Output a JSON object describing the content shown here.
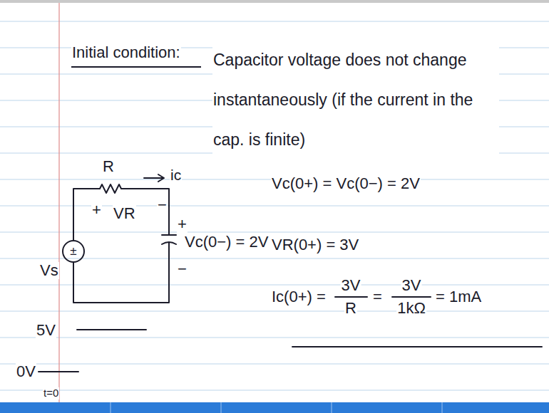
{
  "diagram": {
    "title": "Initial condition:",
    "labels": [
      "Capacitor voltage does not change instantaneously (if the current in the cap. is finite)",
      "R",
      "ic",
      "+",
      "VR",
      "−",
      "±",
      "Vs",
      "+",
      "Vc(0−) = 2V",
      "−",
      "5V",
      "0V",
      "t=0",
      "Vc(0+) = Vc(0−) = 2V",
      "VR(0+) = 3V",
      "Ic(0+) =",
      "3V",
      "R",
      "=",
      "3V",
      "1kΩ",
      "= 1mA"
    ]
  }
}
